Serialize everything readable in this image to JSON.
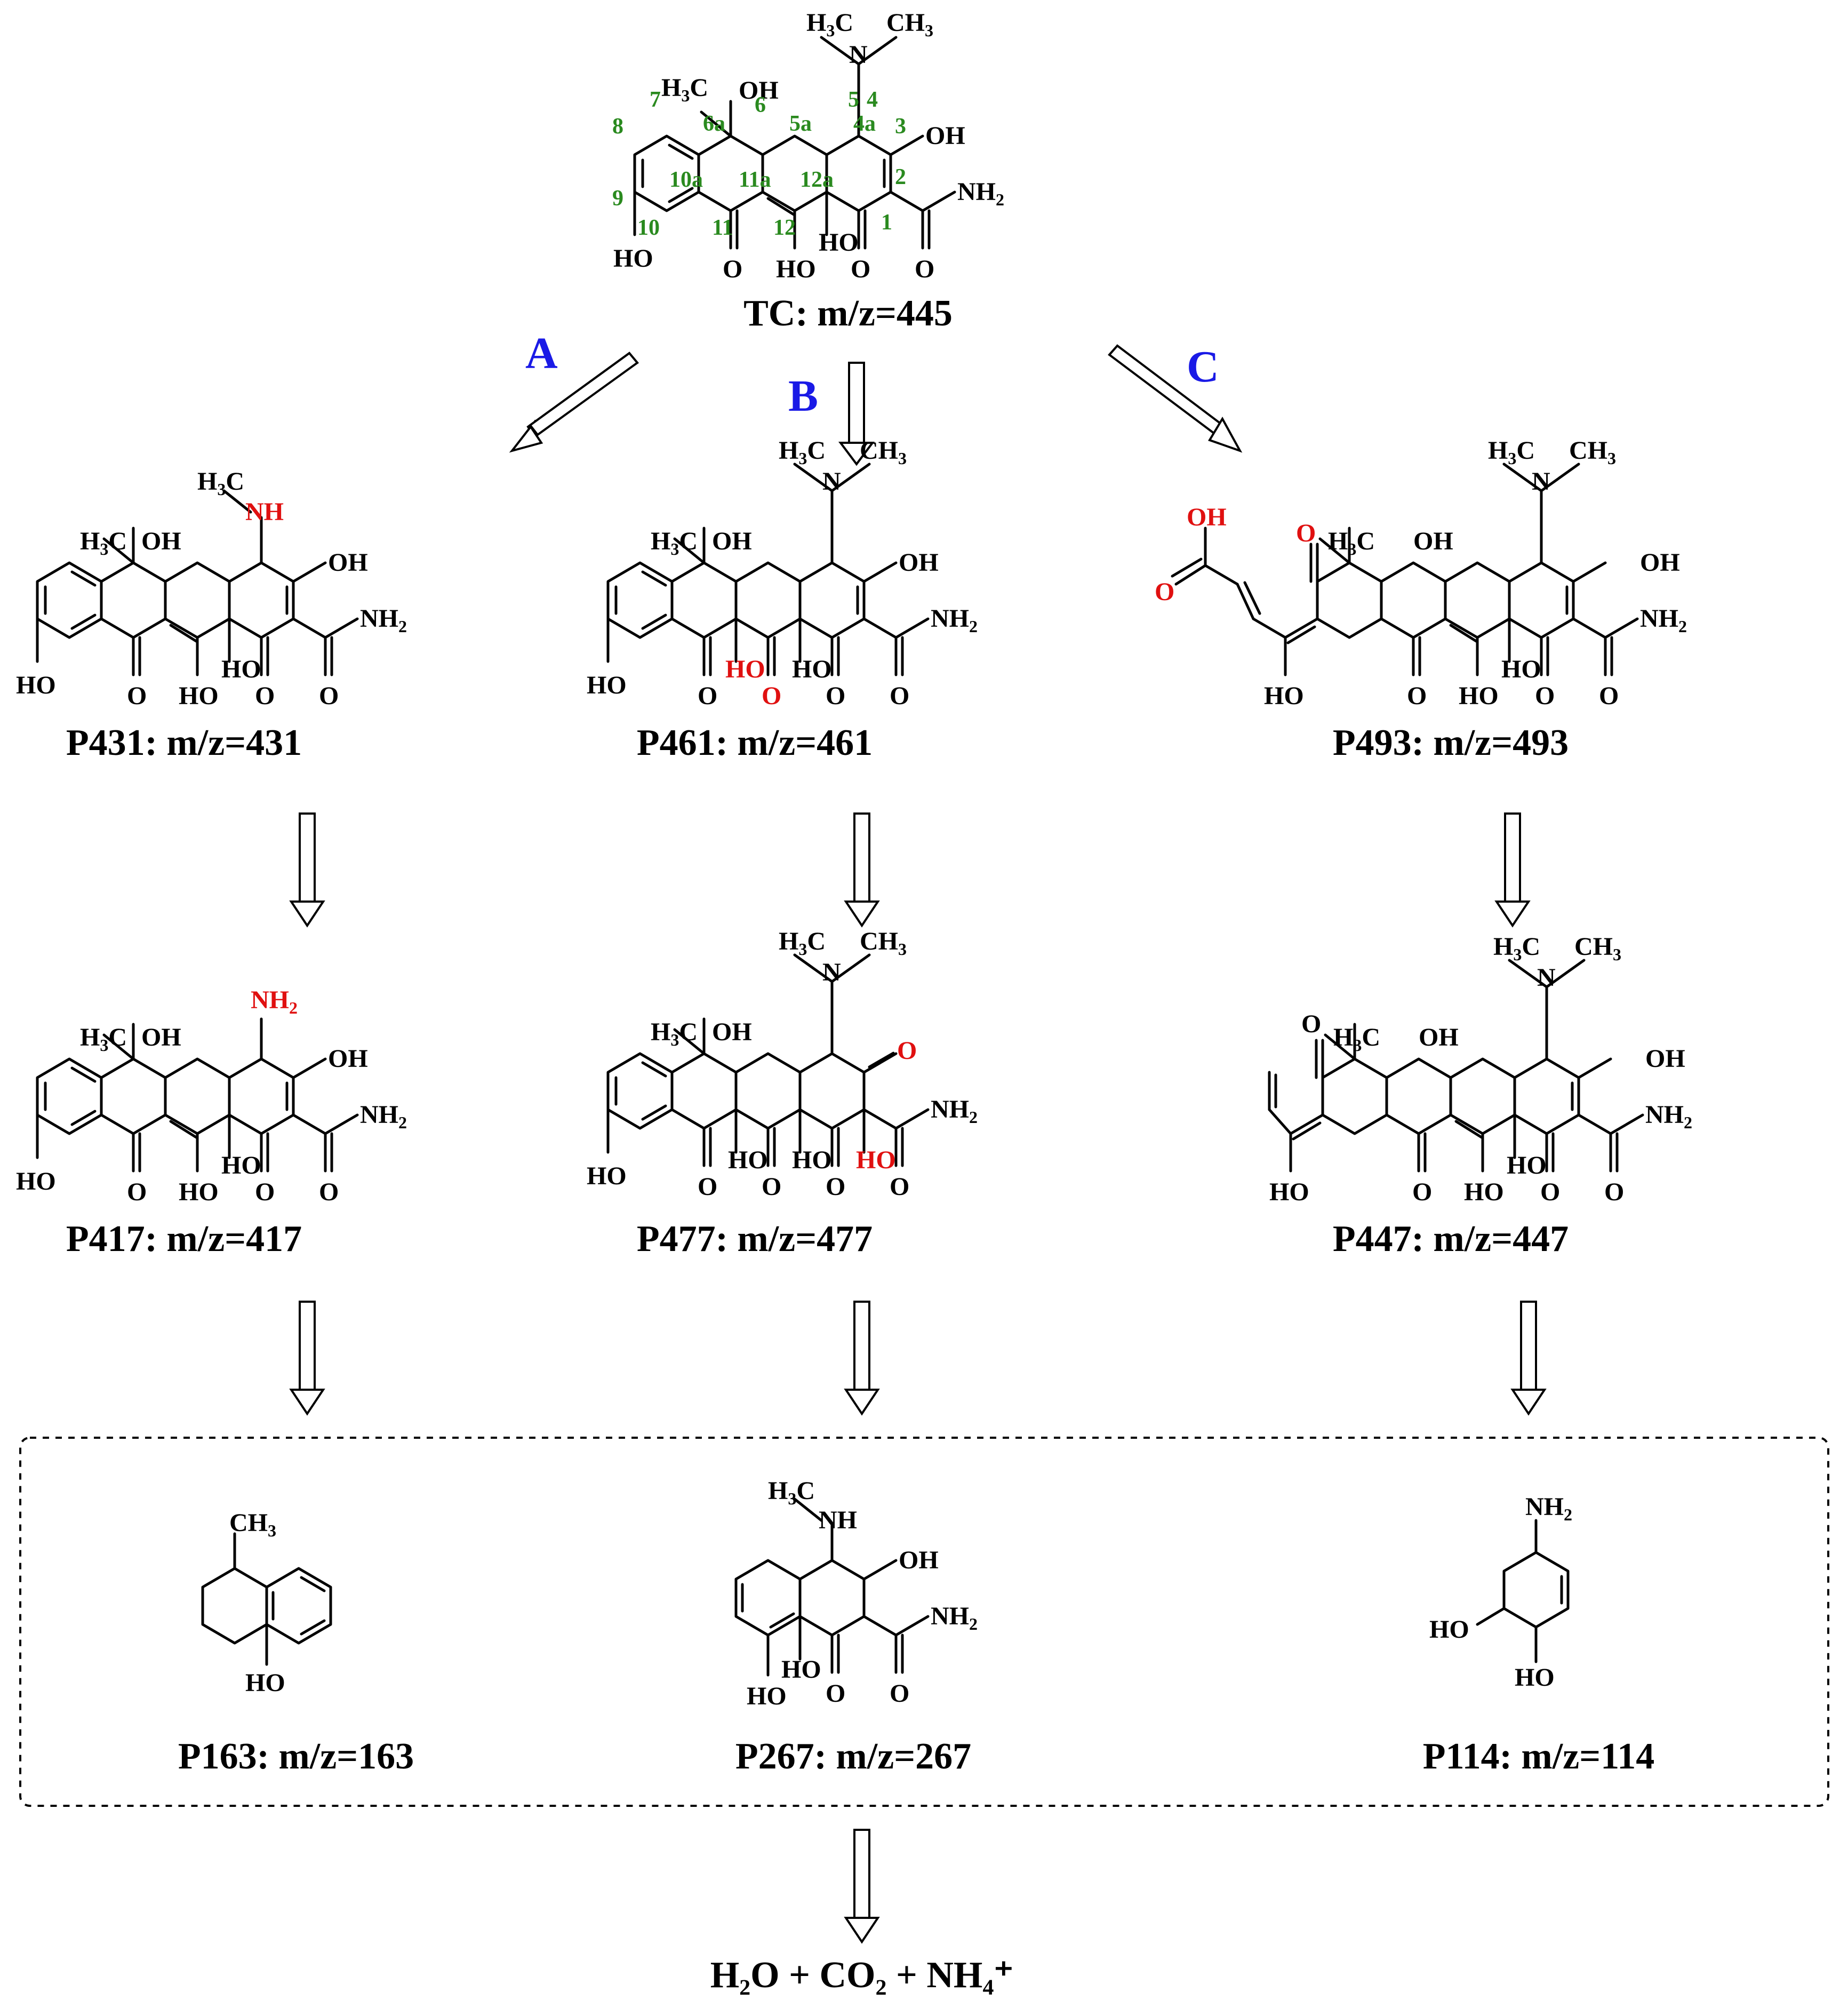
{
  "routes": {
    "a": "A",
    "b": "B",
    "c": "C"
  },
  "compounds": {
    "tc": {
      "caption": "TC: m/z=445"
    },
    "p431": {
      "caption": "P431: m/z=431"
    },
    "p461": {
      "caption": "P461: m/z=461"
    },
    "p493": {
      "caption": "P493: m/z=493"
    },
    "p417": {
      "caption": "P417: m/z=417"
    },
    "p477": {
      "caption": "P477: m/z=477"
    },
    "p447": {
      "caption": "P447: m/z=447"
    },
    "p163": {
      "caption": "P163: m/z=163"
    },
    "p267": {
      "caption": "P267: m/z=267"
    },
    "p114": {
      "caption": "P114: m/z=114"
    }
  },
  "final_products": "H₂O + CO₂ + NH₄⁺",
  "atom_numbers": [
    "1",
    "2",
    "3",
    "4",
    "4a",
    "5",
    "5a",
    "6",
    "6a",
    "7",
    "8",
    "9",
    "10",
    "10a",
    "11",
    "11a",
    "12",
    "12a"
  ],
  "labels": {
    "oh": "OH",
    "ho": "HO",
    "o": "O",
    "nh": "NH",
    "nh2": "NH",
    "h3c": "H₃C",
    "ch3": "CH₃",
    "n": "N",
    "nh2_full": "NH₂"
  },
  "colors": {
    "route": "#1a1ae6",
    "atom_number": "#2a8a1f",
    "modified_group": "#e01010",
    "ink": "#000000"
  }
}
